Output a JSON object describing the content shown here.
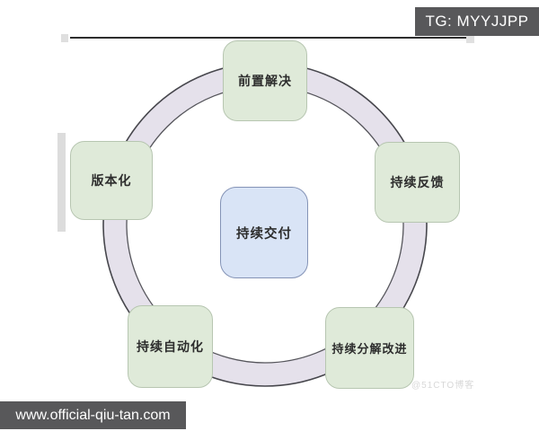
{
  "header": {
    "tg_badge": "TG: MYYJJPP"
  },
  "footer": {
    "site_badge": "www.official-qiu-tan.com",
    "watermark": "@51CTO博客"
  },
  "diagram": {
    "type": "cycle",
    "center_node": {
      "label": "持续交付"
    },
    "ring_nodes": [
      {
        "position": "top",
        "label": "前置解决"
      },
      {
        "position": "upper-right",
        "label": "持续反馈"
      },
      {
        "position": "upper-left",
        "label": "版本化"
      },
      {
        "position": "lower-right",
        "label": "持续分解改进"
      },
      {
        "position": "lower-left",
        "label": "持续自动化"
      }
    ],
    "colors": {
      "ring_fill": "#e5e1eb",
      "ring_edge": "#47474d",
      "node_fill": "#dfead9",
      "node_border": "#b7c6b1",
      "center_fill": "#d9e4f6",
      "center_border": "#8493b6",
      "badge_bg": "#58585a",
      "badge_text": "#ffffff"
    }
  }
}
